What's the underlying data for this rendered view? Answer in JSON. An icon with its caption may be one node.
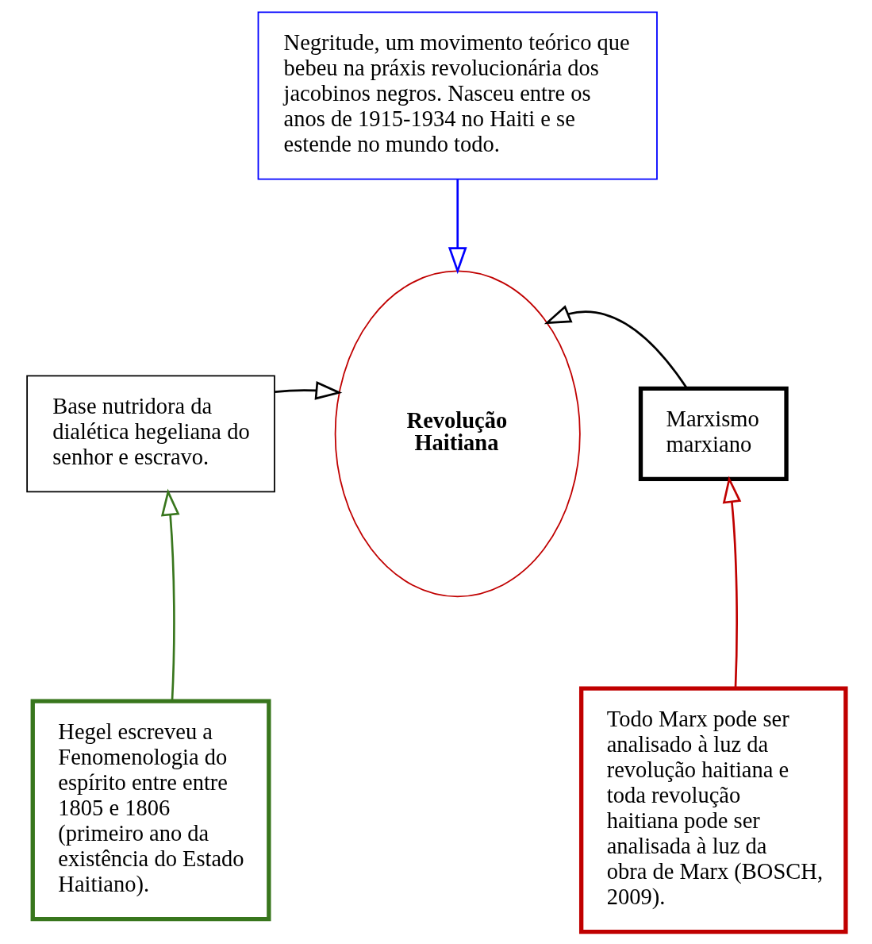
{
  "diagram": {
    "nodes": [
      {
        "text": [
          "Negritude, um movimento teórico que bebeu na práxis revolucionária dos jacobinos negros. Nasceu entre os anos de 1915-1934 no Haiti e se estende no mundo todo."
        ]
      },
      {
        "text": [
          "Revolução Haitiana"
        ]
      },
      {
        "text": [
          "Base nutridora da dialética hegeliana do senhor e escravo."
        ]
      },
      {
        "text": [
          "Marxismo marxiano"
        ]
      },
      {
        "text": [
          "Hegel escreveu a Fenomenologia do espírito entre entre 1805 e 1806 (primeiro ano da existência do Estado Haitiano)."
        ]
      },
      {
        "text": [
          "Todo Marx pode ser analisado à luz da revolução haitiana e toda revolução haitiana pode ser analisada à luz da obra de Marx (BOSCH, 2009)."
        ]
      }
    ],
    "edges": [
      {
        "from": 0,
        "to": 1,
        "arrow": "to",
        "color": "#0000ff"
      },
      {
        "from": 2,
        "to": 1,
        "arrow": "to",
        "color": "#000000"
      },
      {
        "from": 3,
        "to": 1,
        "arrow": "to",
        "color": "#000000"
      },
      {
        "from": 4,
        "to": 2,
        "arrow": "to",
        "color": "#38761d"
      },
      {
        "from": 5,
        "to": 3,
        "arrow": "to",
        "color": "#c00000"
      }
    ]
  }
}
